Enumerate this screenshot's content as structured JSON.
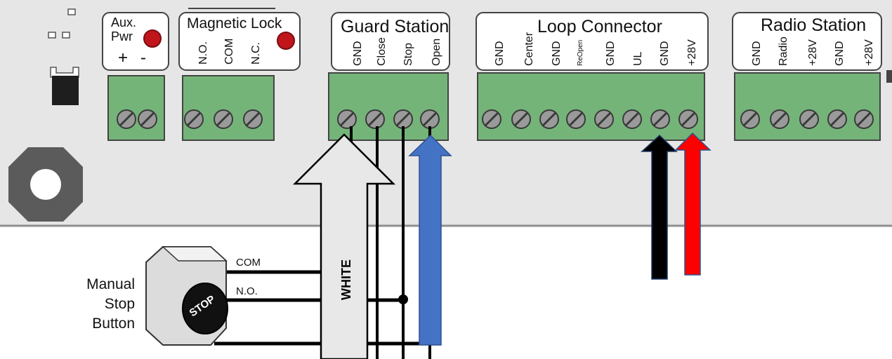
{
  "board": {
    "blocks": [
      {
        "id": "aux",
        "title": [
          "Aux.",
          "Pwr"
        ],
        "pins": [
          "+",
          "-"
        ],
        "terminals": 2,
        "led": true
      },
      {
        "id": "mag",
        "title": [
          "Magnetic Lock"
        ],
        "pins": [
          "N.O.",
          "COM",
          "N.C."
        ],
        "terminals": 3,
        "led": true
      },
      {
        "id": "guard",
        "title": [
          "Guard Station"
        ],
        "pins": [
          "GND",
          "Close",
          "Stop",
          "Open"
        ],
        "terminals": 4,
        "led": false
      },
      {
        "id": "loop",
        "title": [
          "Loop Connector"
        ],
        "pins": [
          "GND",
          "Center",
          "GND",
          "ReOpen",
          "GND",
          "UL",
          "GND",
          "+28V"
        ],
        "terminals": 8,
        "led": false
      },
      {
        "id": "radio",
        "title": [
          "Radio Station"
        ],
        "pins": [
          "GND",
          "Radio",
          "+28V",
          "GND",
          "+28V"
        ],
        "terminals": 5,
        "led": false
      }
    ]
  },
  "button": {
    "label": [
      "Manual",
      "Stop",
      "Button"
    ],
    "face_text": "STOP",
    "wire_labels": [
      "COM",
      "N.O."
    ]
  },
  "arrows": [
    {
      "name": "white-arrow",
      "color": "#e8e8e8",
      "label": "WHITE"
    },
    {
      "name": "blue-arrow",
      "color": "#4472c4"
    },
    {
      "name": "black-arrow",
      "color": "#000000"
    },
    {
      "name": "red-arrow",
      "color": "#ff0000"
    }
  ],
  "colors": {
    "terminal_green": "#74b479",
    "board_gray": "#e6e6e6",
    "led_red": "#c0161b"
  }
}
